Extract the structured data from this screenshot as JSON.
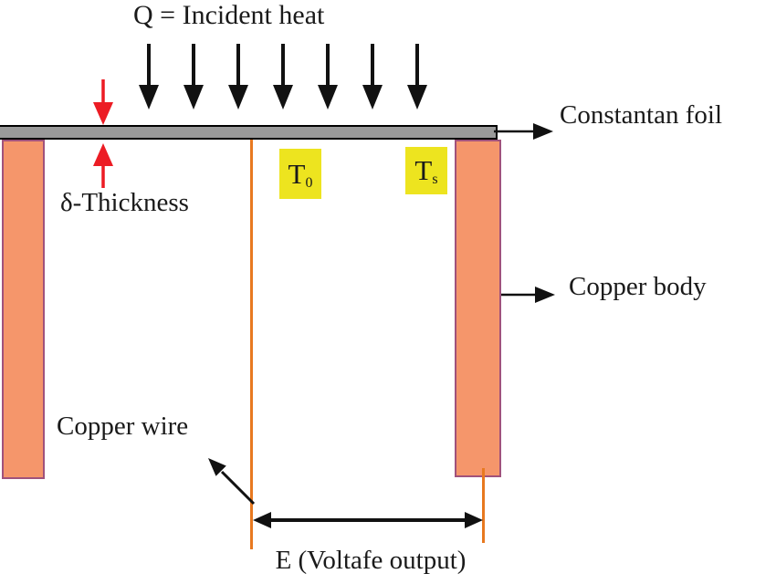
{
  "title": "Q = Incident heat",
  "labels": {
    "constantan_foil": "Constantan foil",
    "copper_body": "Copper body",
    "thickness": "δ-Thickness",
    "copper_wire": "Copper wire",
    "voltage_output": "E (Voltafe output)"
  },
  "temperature_labels": {
    "t0": {
      "main": "T",
      "sub": "0"
    },
    "ts": {
      "main": "T",
      "sub": "s"
    }
  },
  "incident_arrows": 7,
  "colors": {
    "foil_gray": "#9a9a9a",
    "copper_salmon": "#f5966b",
    "copper_border": "#a0527c",
    "wire_orange": "#e87920",
    "highlight_yellow": "#ede41f",
    "thickness_red": "#ec1c24",
    "arrow_black": "#111111"
  }
}
